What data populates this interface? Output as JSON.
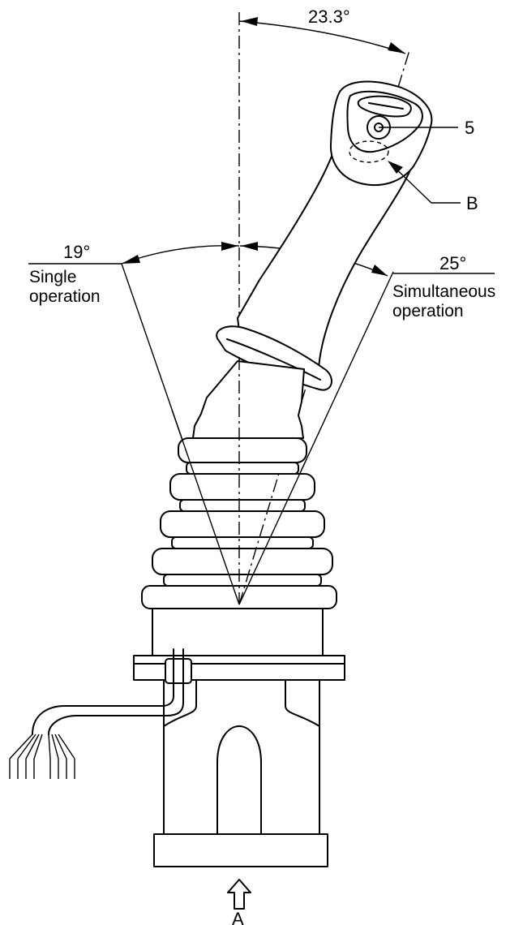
{
  "labels": {
    "tilt_angle": "23.3°",
    "left_angle": "19°",
    "left_caption_line1": "Single",
    "left_caption_line2": "operation",
    "right_angle": "25°",
    "right_caption_line1": "Simultaneous",
    "right_caption_line2": "operation",
    "callout_5": "5",
    "callout_b": "B",
    "view_a": "A"
  },
  "colors": {
    "line": "#000000",
    "background": "#ffffff"
  }
}
